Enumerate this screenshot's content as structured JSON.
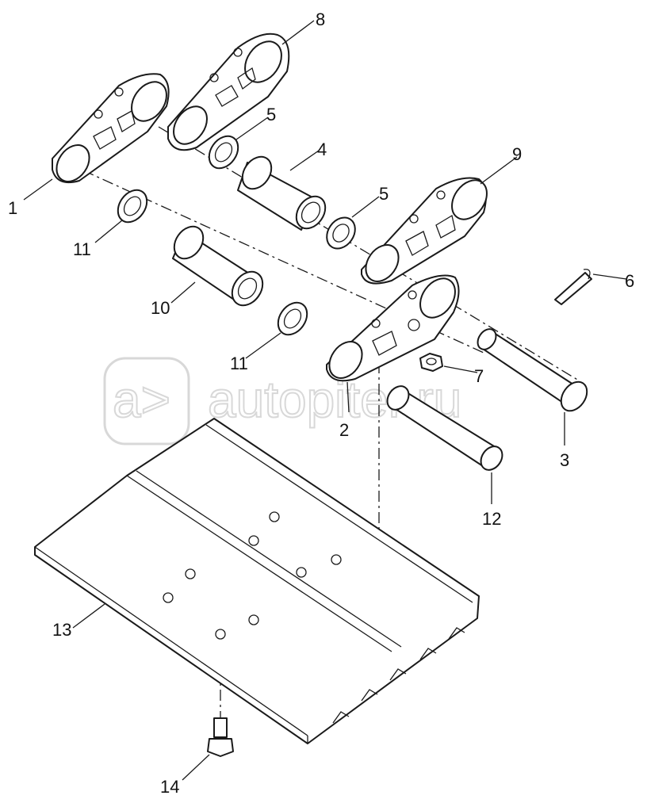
{
  "watermark": {
    "text": "autopiter.ru",
    "logo_glyph": "a>",
    "color": "#d8d8d8"
  },
  "callouts": {
    "c1": "1",
    "c2": "2",
    "c3": "3",
    "c4": "4",
    "c5a": "5",
    "c5b": "5",
    "c6": "6",
    "c7": "7",
    "c8": "8",
    "c9": "9",
    "c10": "10",
    "c11a": "11",
    "c11b": "11",
    "c12": "12",
    "c13": "13",
    "c14": "14"
  },
  "colors": {
    "line": "#1a1a1a",
    "background": "#ffffff"
  }
}
